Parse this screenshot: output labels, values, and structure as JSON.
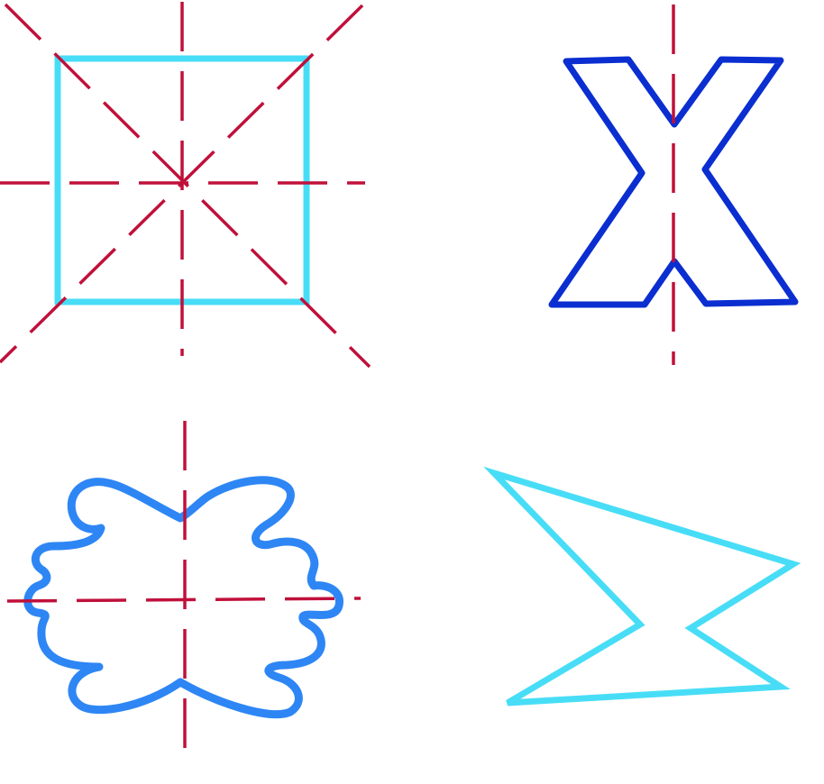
{
  "figure": {
    "panels": [
      {
        "shape": "square",
        "color": "#48DDF7",
        "symmetry_axes": 4
      },
      {
        "shape": "letter-X",
        "color": "#0A2ED0",
        "symmetry_axes": 1
      },
      {
        "shape": "cloud-butterfly",
        "color": "#2E86F5",
        "symmetry_axes": 2
      },
      {
        "shape": "sigma-zigzag",
        "color": "#48DDF7",
        "symmetry_axes": 0
      }
    ],
    "axis_color": "#C0103A",
    "axis_style": "dashed"
  }
}
